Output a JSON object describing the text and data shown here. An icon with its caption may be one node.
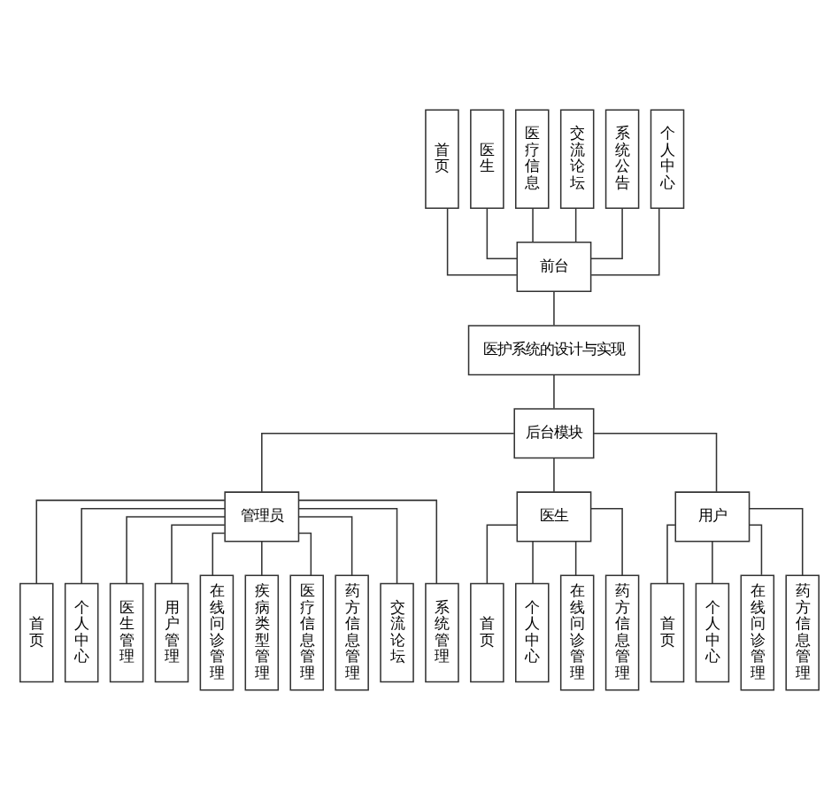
{
  "diagram": {
    "nodes": [
      {
        "text": [
          "首页"
        ]
      },
      {
        "text": [
          "医生"
        ]
      },
      {
        "text": [
          "医疗信息"
        ]
      },
      {
        "text": [
          "交流论坛"
        ]
      },
      {
        "text": [
          "系统公告"
        ]
      },
      {
        "text": [
          "个人中心"
        ]
      },
      {
        "text": [
          "前台"
        ]
      },
      {
        "text": [
          "医护系统的设计与实现"
        ]
      },
      {
        "text": [
          "后台模块"
        ]
      },
      {
        "text": [
          "管理员"
        ]
      },
      {
        "text": [
          "首页"
        ]
      },
      {
        "text": [
          "个人中心"
        ]
      },
      {
        "text": [
          "医生管理"
        ]
      },
      {
        "text": [
          "用户管理"
        ]
      },
      {
        "text": [
          "在线问诊管理"
        ]
      },
      {
        "text": [
          "疾病类型管理"
        ]
      },
      {
        "text": [
          "医疗信息管理"
        ]
      },
      {
        "text": [
          "药方信息管理"
        ]
      },
      {
        "text": [
          "交流论坛"
        ]
      },
      {
        "text": [
          "系统管理"
        ]
      },
      {
        "text": [
          "医生"
        ]
      },
      {
        "text": [
          "用户"
        ]
      },
      {
        "text": [
          "首页"
        ]
      },
      {
        "text": [
          "个人中心"
        ]
      },
      {
        "text": [
          "在线问诊管理"
        ]
      },
      {
        "text": [
          "药方信息管理"
        ]
      },
      {
        "text": [
          "首页"
        ]
      },
      {
        "text": [
          "个人中心"
        ]
      },
      {
        "text": [
          "在线问诊管理"
        ]
      },
      {
        "text": [
          "药方信息管理"
        ]
      }
    ],
    "edges": [
      {
        "from": 0,
        "to": 6,
        "arrow": "none"
      },
      {
        "from": 1,
        "to": 6,
        "arrow": "none"
      },
      {
        "from": 2,
        "to": 6,
        "arrow": "none"
      },
      {
        "from": 3,
        "to": 6,
        "arrow": "none"
      },
      {
        "from": 4,
        "to": 6,
        "arrow": "none"
      },
      {
        "from": 5,
        "to": 6,
        "arrow": "none"
      },
      {
        "from": 6,
        "to": 7,
        "arrow": "none"
      },
      {
        "from": 7,
        "to": 8,
        "arrow": "none"
      },
      {
        "from": 8,
        "to": 9,
        "arrow": "none"
      },
      {
        "from": 8,
        "to": 20,
        "arrow": "none"
      },
      {
        "from": 8,
        "to": 21,
        "arrow": "none"
      },
      {
        "from": 9,
        "to": 10,
        "arrow": "none"
      },
      {
        "from": 9,
        "to": 11,
        "arrow": "none"
      },
      {
        "from": 9,
        "to": 12,
        "arrow": "none"
      },
      {
        "from": 9,
        "to": 13,
        "arrow": "none"
      },
      {
        "from": 9,
        "to": 14,
        "arrow": "none"
      },
      {
        "from": 9,
        "to": 15,
        "arrow": "none"
      },
      {
        "from": 9,
        "to": 16,
        "arrow": "none"
      },
      {
        "from": 9,
        "to": 17,
        "arrow": "none"
      },
      {
        "from": 9,
        "to": 18,
        "arrow": "none"
      },
      {
        "from": 9,
        "to": 19,
        "arrow": "none"
      },
      {
        "from": 20,
        "to": 22,
        "arrow": "none"
      },
      {
        "from": 20,
        "to": 23,
        "arrow": "none"
      },
      {
        "from": 20,
        "to": 24,
        "arrow": "none"
      },
      {
        "from": 20,
        "to": 25,
        "arrow": "none"
      },
      {
        "from": 21,
        "to": 26,
        "arrow": "none"
      },
      {
        "from": 21,
        "to": 27,
        "arrow": "none"
      },
      {
        "from": 21,
        "to": 28,
        "arrow": "none"
      },
      {
        "from": 21,
        "to": 29,
        "arrow": "none"
      }
    ]
  }
}
